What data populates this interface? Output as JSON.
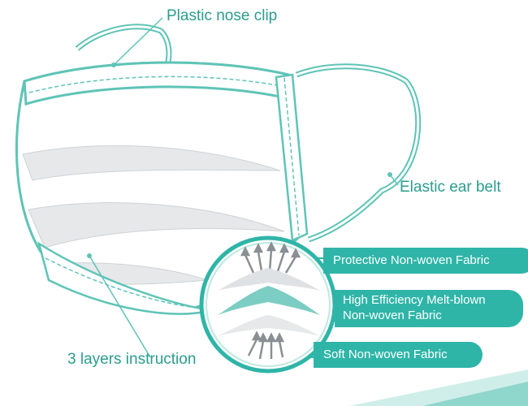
{
  "labels": {
    "nose_clip": "Plastic nose clip",
    "ear_belt": "Elastic ear belt",
    "layers": "3 layers instruction"
  },
  "layers": [
    {
      "name": "Protective Non-woven Fabric"
    },
    {
      "name_line1": "High Efficiency Melt-blown",
      "name_line2": "Non-woven Fabric"
    },
    {
      "name": "Soft Non-woven Fabric"
    }
  ],
  "colors": {
    "accent": "#2a9d8f",
    "pill": "#2fb5a8",
    "mask_outline": "#5ec4b6",
    "fabric_grey": "#e6e8ea",
    "filter_teal": "#7ccdc3"
  }
}
